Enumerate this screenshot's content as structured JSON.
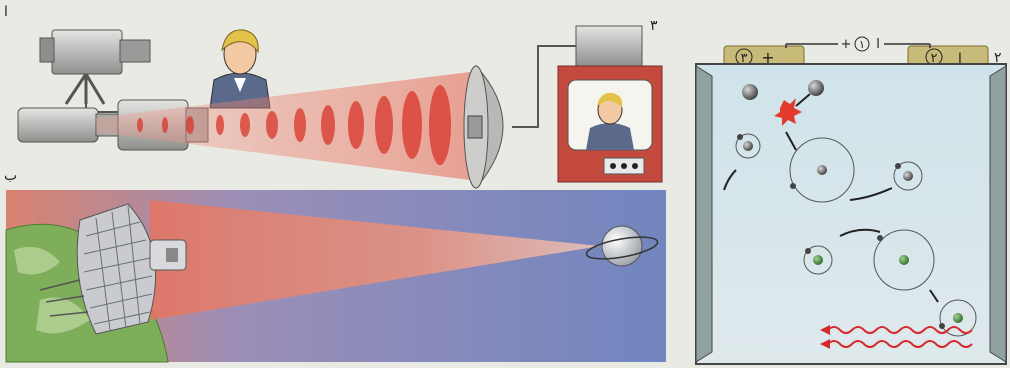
{
  "panel_a": {
    "label": "ا",
    "tv_label": "۳"
  },
  "panel_b": {
    "label": "ب"
  },
  "panel_c": {
    "label": "۲",
    "terminal_plus": "۳",
    "terminal_plus_sign": "+",
    "terminal_minus": "۲",
    "terminal_minus_sign": "ا",
    "circuit_left": "+",
    "circuit_mid": "۱",
    "circuit_right": "ا"
  },
  "colors": {
    "beam": "#e0453a",
    "space_blue": "#6f7fb6",
    "earth_green": "#7fae5a",
    "tv_red": "#c44a3e",
    "photon_red": "#d4282a"
  }
}
